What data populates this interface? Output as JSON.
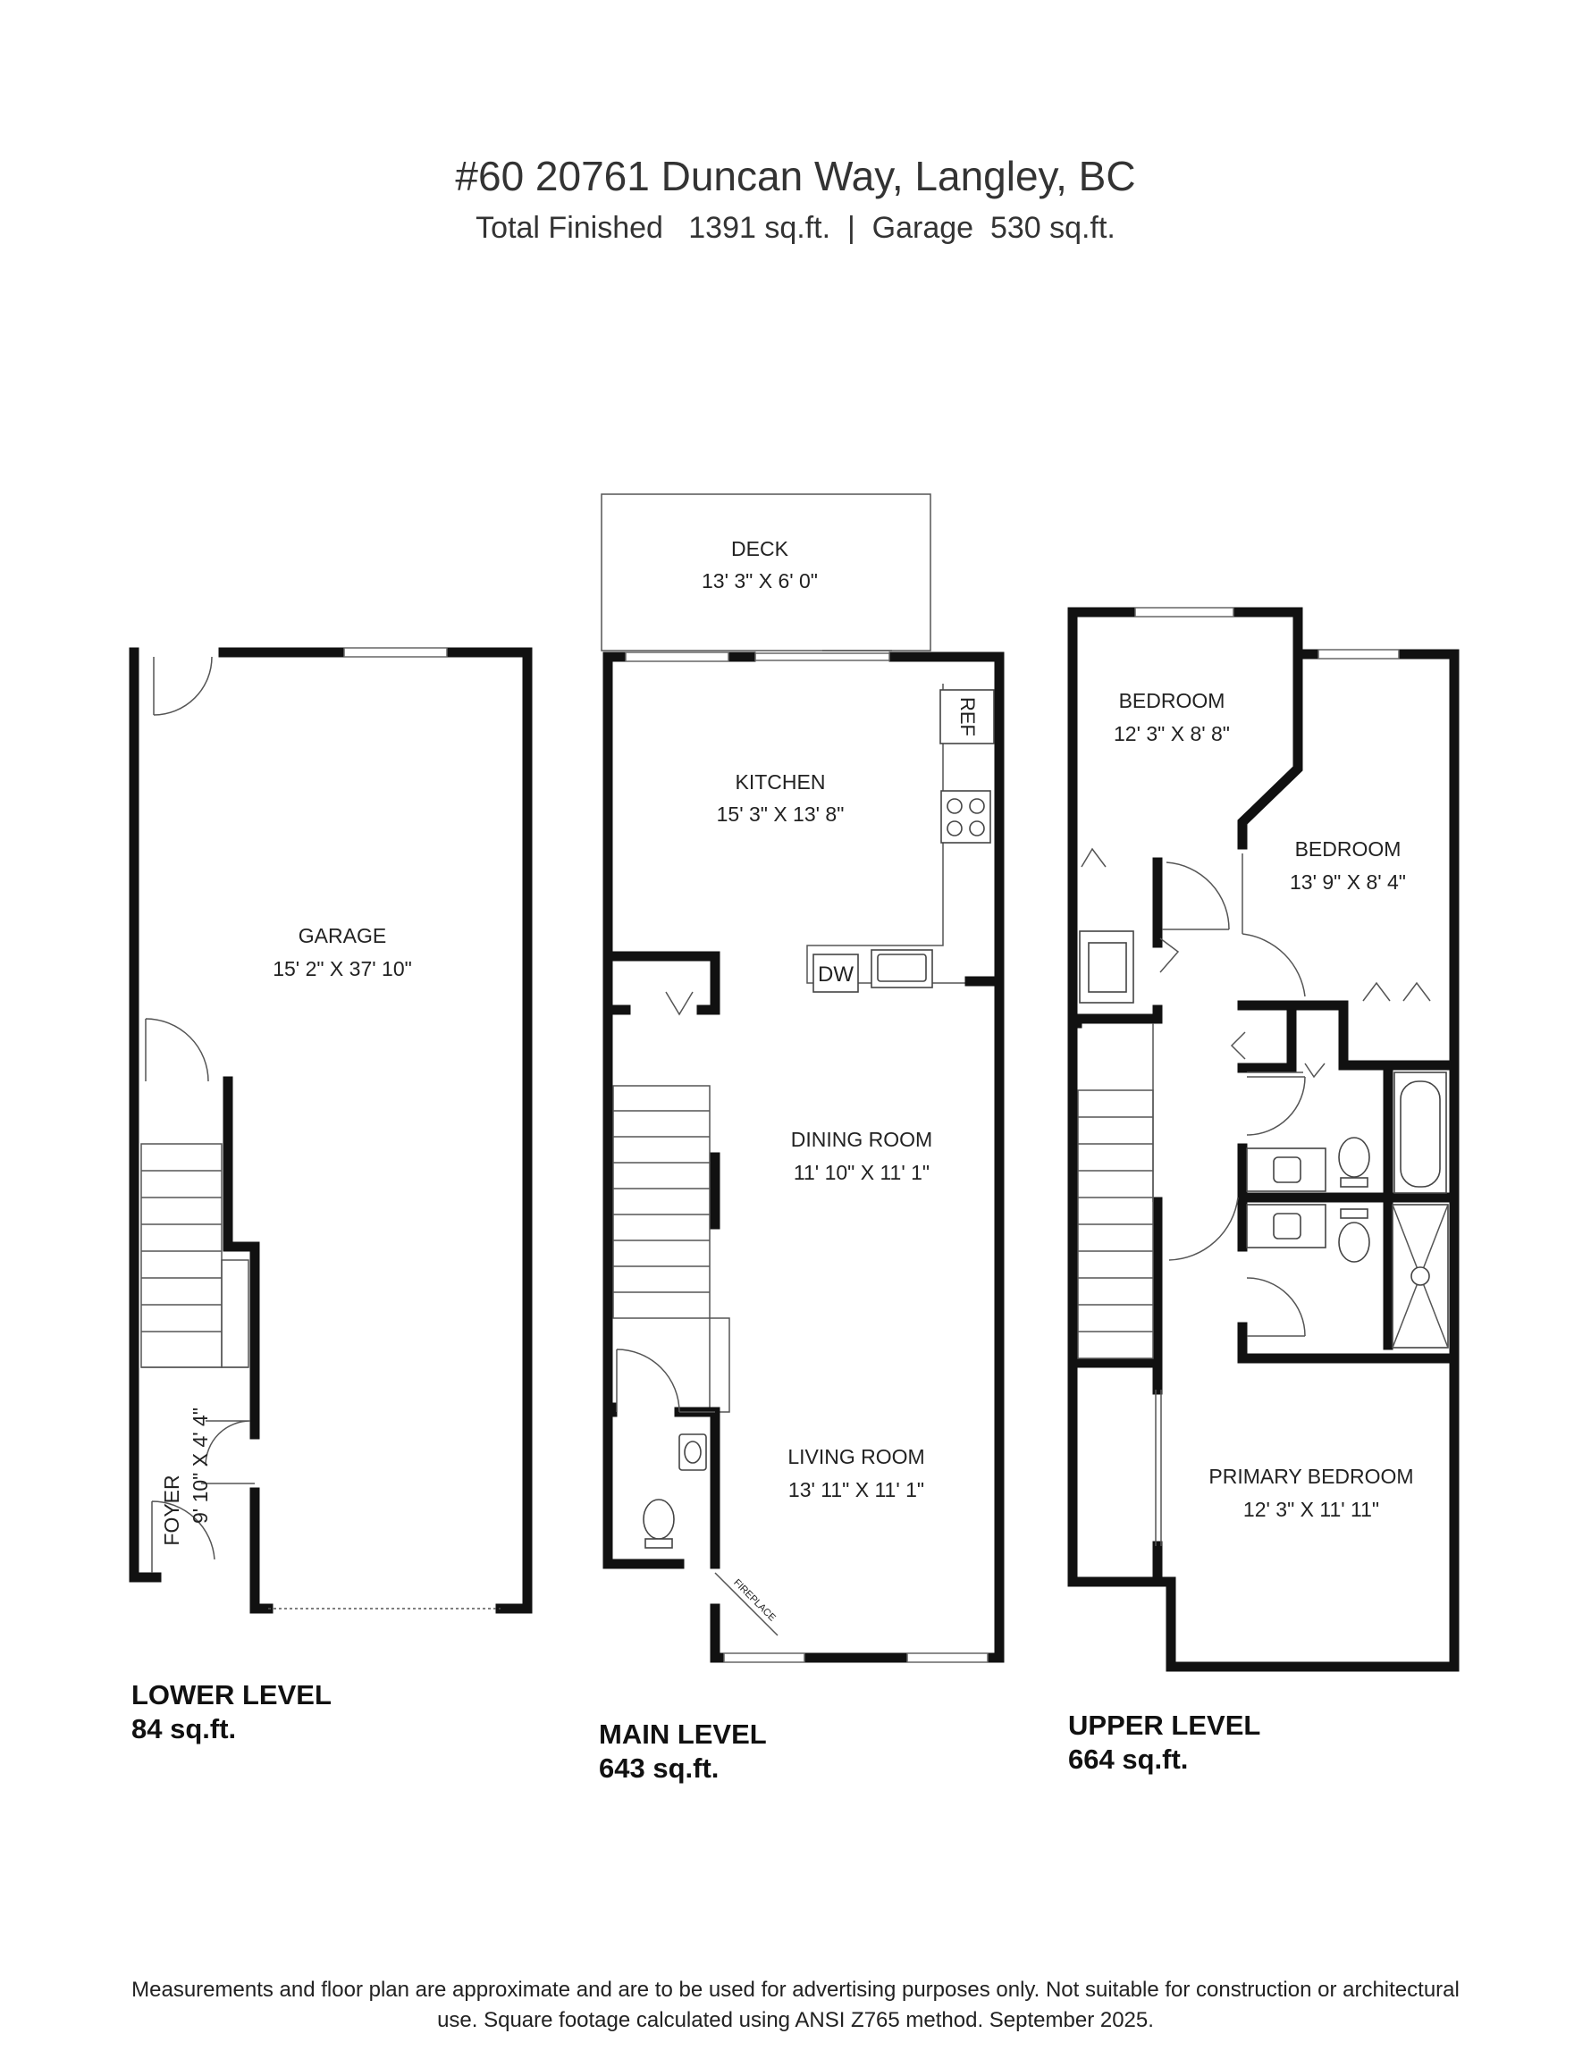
{
  "header": {
    "title": "#60 20761 Duncan Way, Langley, BC",
    "subtitle": "Total Finished   1391 sq.ft.  |  Garage  530 sq.ft."
  },
  "levels": {
    "lower": {
      "name": "LOWER LEVEL",
      "area": "84 sq.ft."
    },
    "main": {
      "name": "MAIN LEVEL",
      "area": "643 sq.ft."
    },
    "upper": {
      "name": "UPPER LEVEL",
      "area": "664 sq.ft."
    }
  },
  "rooms": {
    "garage": {
      "name": "GARAGE",
      "dims": "15' 2\" X 37' 10\""
    },
    "foyer": {
      "name": "FOYER",
      "dims": "9' 10\" X 4' 4\""
    },
    "deck": {
      "name": "DECK",
      "dims": "13' 3\" X 6' 0\""
    },
    "kitchen": {
      "name": "KITCHEN",
      "dims": "15' 3\" X 13' 8\""
    },
    "dining": {
      "name": "DINING ROOM",
      "dims": "11' 10\" X 11' 1\""
    },
    "living": {
      "name": "LIVING ROOM",
      "dims": "13' 11\" X 11' 1\""
    },
    "bedroom1": {
      "name": "BEDROOM",
      "dims": "12' 3\" X 8' 8\""
    },
    "bedroom2": {
      "name": "BEDROOM",
      "dims": "13' 9\" X 8' 4\""
    },
    "primary": {
      "name": "PRIMARY BEDROOM",
      "dims": "12' 3\" X 11' 11\""
    }
  },
  "fixtures": {
    "ref": "REF",
    "dw": "DW",
    "fireplace": "FIREPLACE"
  },
  "footer": {
    "line1": "Measurements and floor plan are approximate and are to be used for advertising purposes only. Not suitable for construction or architectural",
    "line2": "use. Square footage calculated using ANSI Z765 method. September 2025."
  }
}
